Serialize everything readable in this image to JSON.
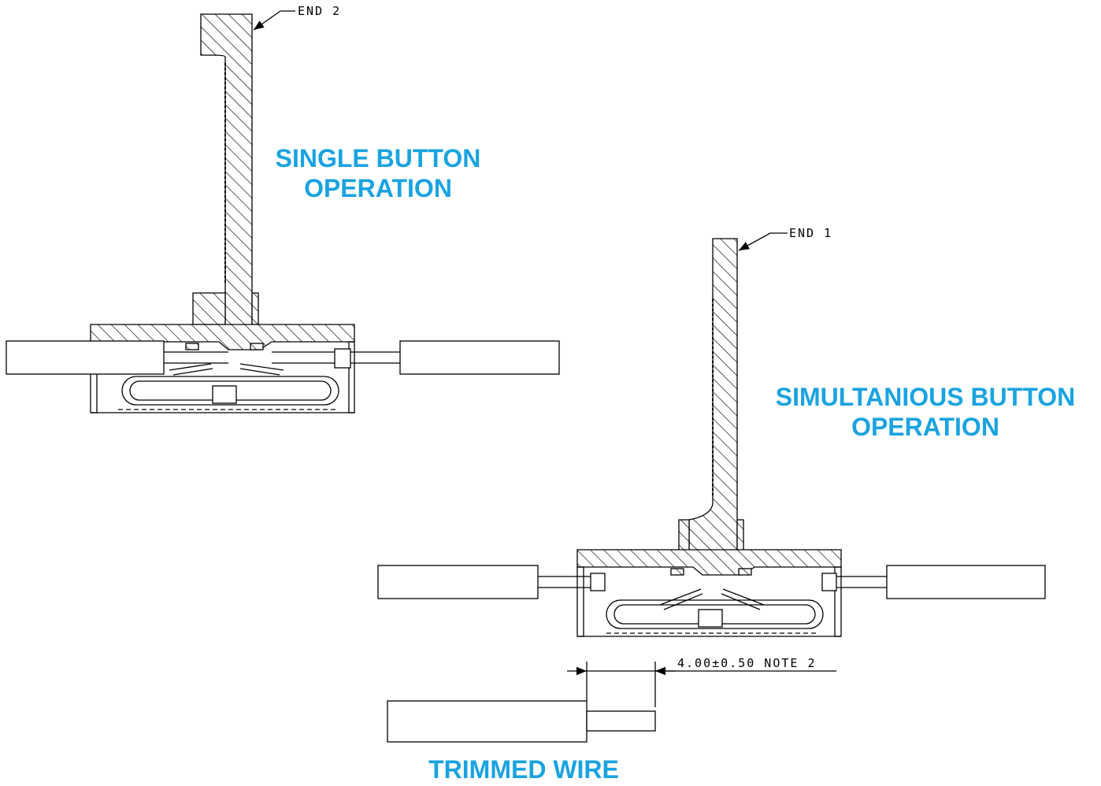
{
  "colors": {
    "caption": "#1aa3e0",
    "line": "#000000",
    "paper": "#ffffff"
  },
  "captions": {
    "single": [
      "SINGLE BUTTON",
      "OPERATION"
    ],
    "simultaneous": [
      "SIMULTANIOUS BUTTON",
      "OPERATION"
    ],
    "trimmed": [
      "TRIMMED WIRE"
    ]
  },
  "callouts": {
    "end2": "END 2",
    "end1": "END 1",
    "dimension": "4.00±0.50 NOTE 2"
  }
}
